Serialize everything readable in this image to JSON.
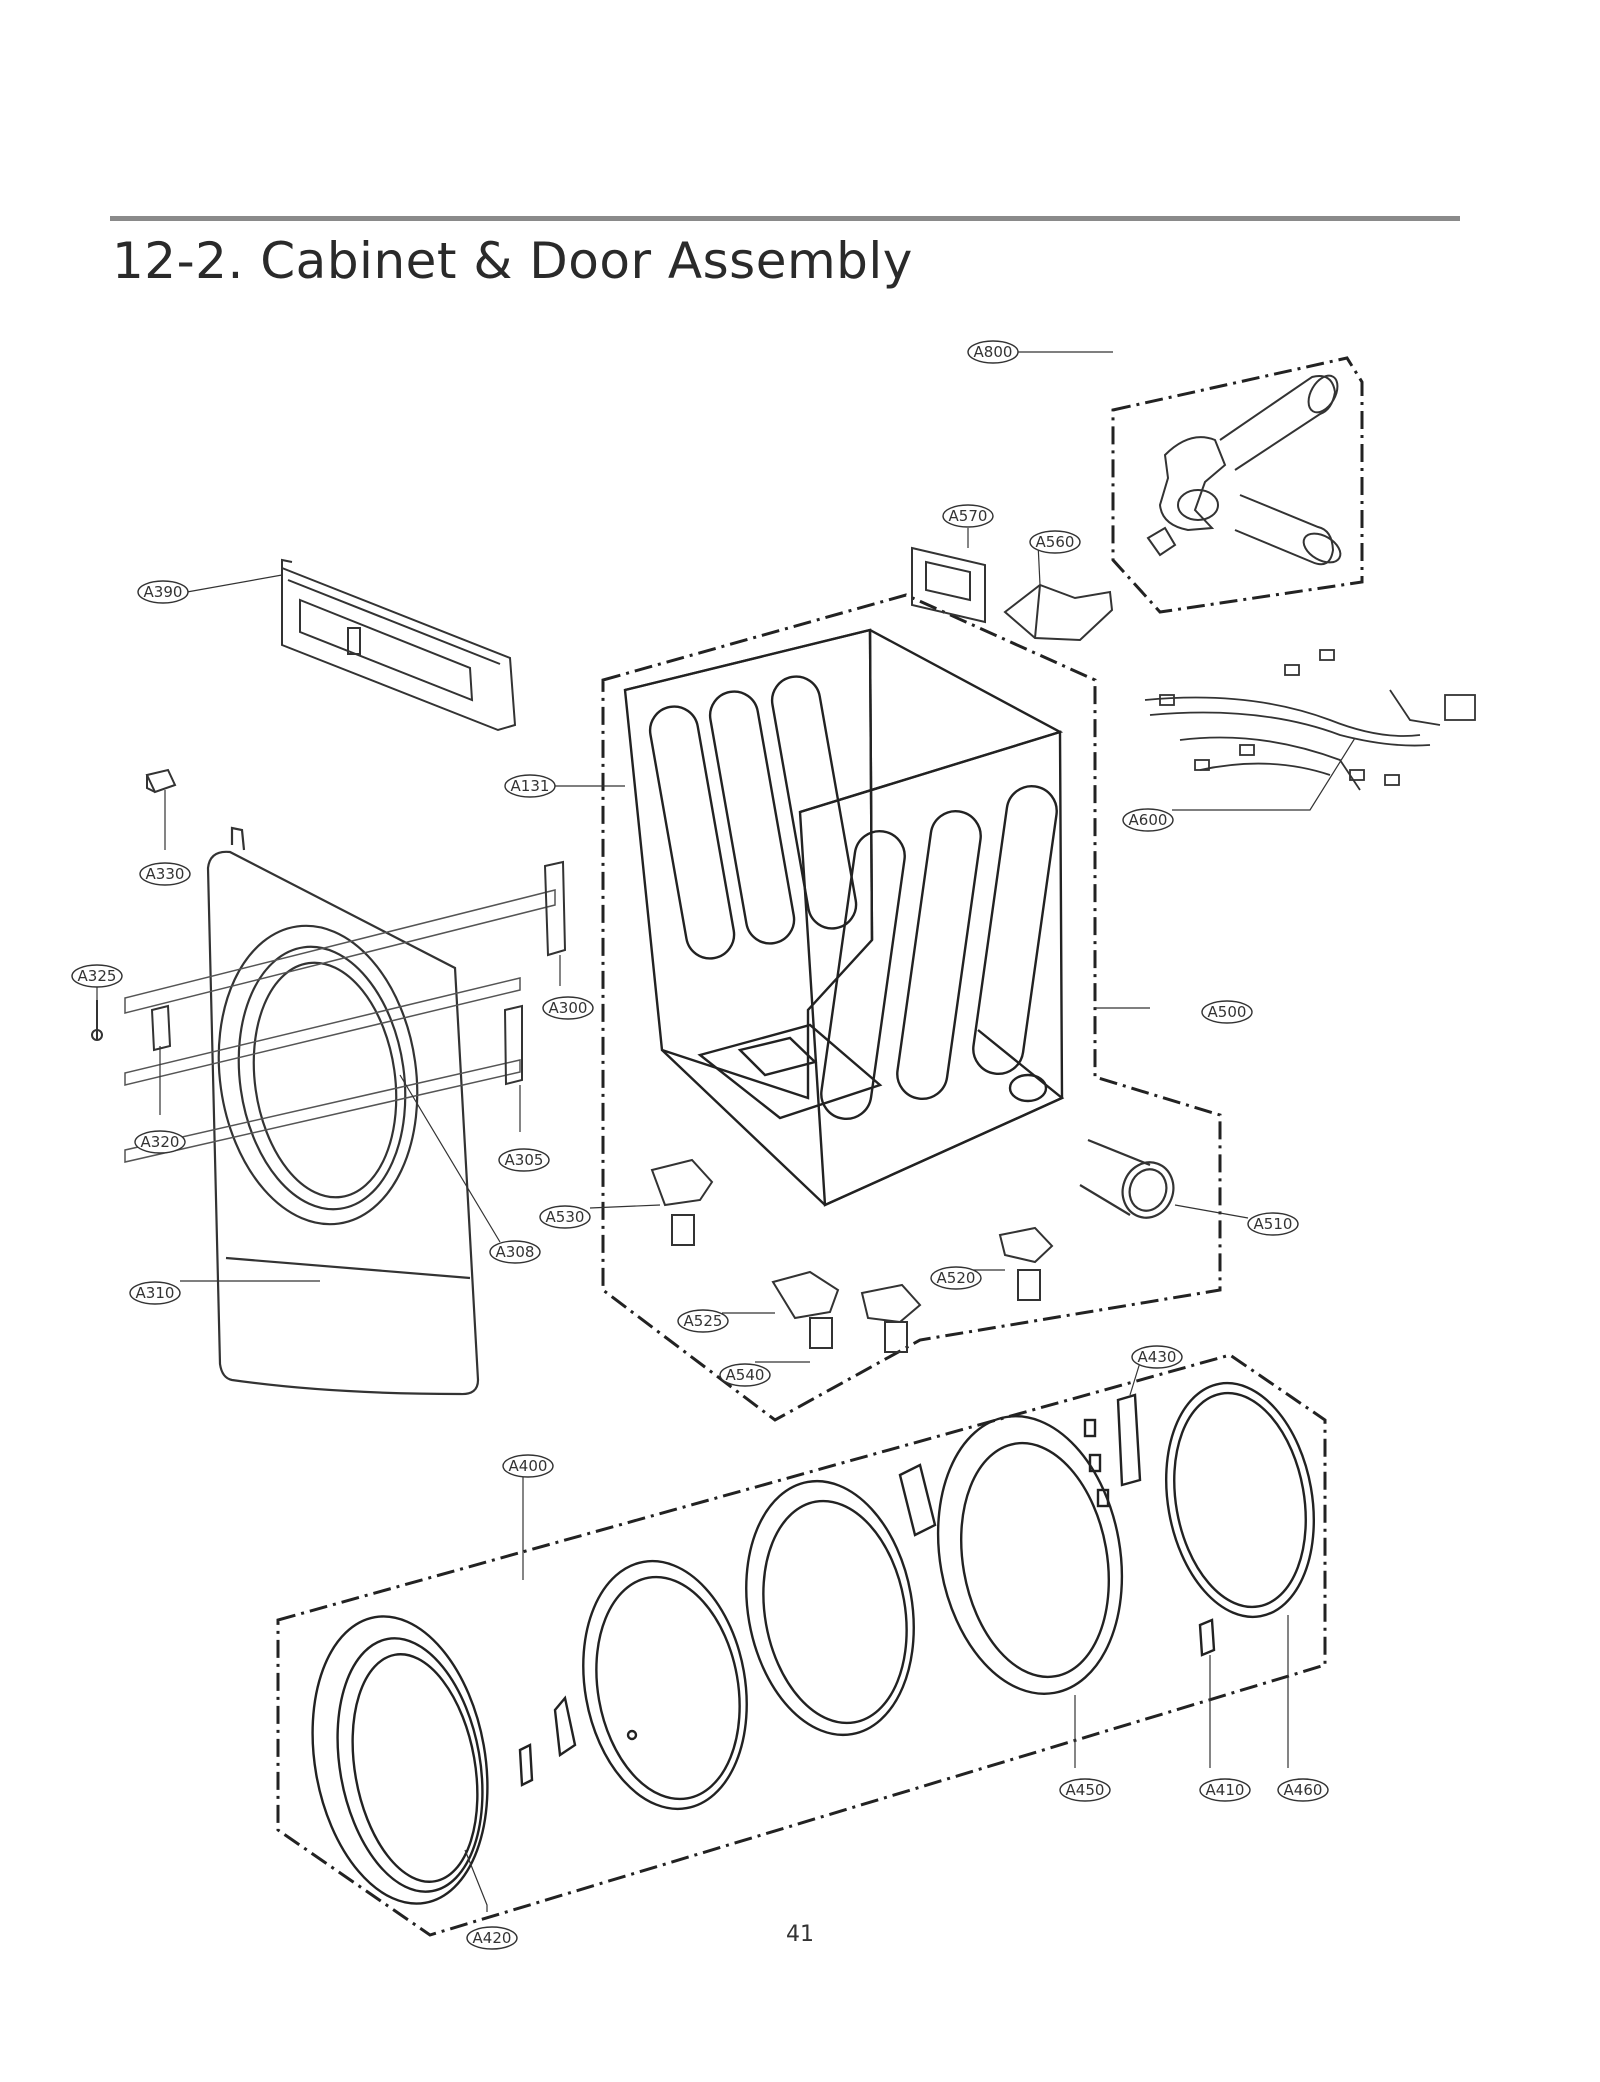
{
  "page": {
    "title": "12-2. Cabinet & Door Assembly",
    "page_number": "41"
  },
  "callouts": [
    {
      "id": "a800",
      "label": "A800"
    },
    {
      "id": "a570",
      "label": "A570"
    },
    {
      "id": "a560",
      "label": "A560"
    },
    {
      "id": "a390",
      "label": "A390"
    },
    {
      "id": "a131",
      "label": "A131"
    },
    {
      "id": "a600",
      "label": "A600"
    },
    {
      "id": "a330",
      "label": "A330"
    },
    {
      "id": "a325",
      "label": "A325"
    },
    {
      "id": "a300",
      "label": "A300"
    },
    {
      "id": "a500",
      "label": "A500"
    },
    {
      "id": "a320",
      "label": "A320"
    },
    {
      "id": "a305",
      "label": "A305"
    },
    {
      "id": "a530",
      "label": "A530"
    },
    {
      "id": "a308",
      "label": "A308"
    },
    {
      "id": "a510",
      "label": "A510"
    },
    {
      "id": "a310",
      "label": "A310"
    },
    {
      "id": "a520",
      "label": "A520"
    },
    {
      "id": "a525",
      "label": "A525"
    },
    {
      "id": "a540",
      "label": "A540"
    },
    {
      "id": "a430",
      "label": "A430"
    },
    {
      "id": "a400",
      "label": "A400"
    },
    {
      "id": "a450",
      "label": "A450"
    },
    {
      "id": "a410",
      "label": "A410"
    },
    {
      "id": "a460",
      "label": "A460"
    },
    {
      "id": "a420",
      "label": "A420"
    }
  ]
}
